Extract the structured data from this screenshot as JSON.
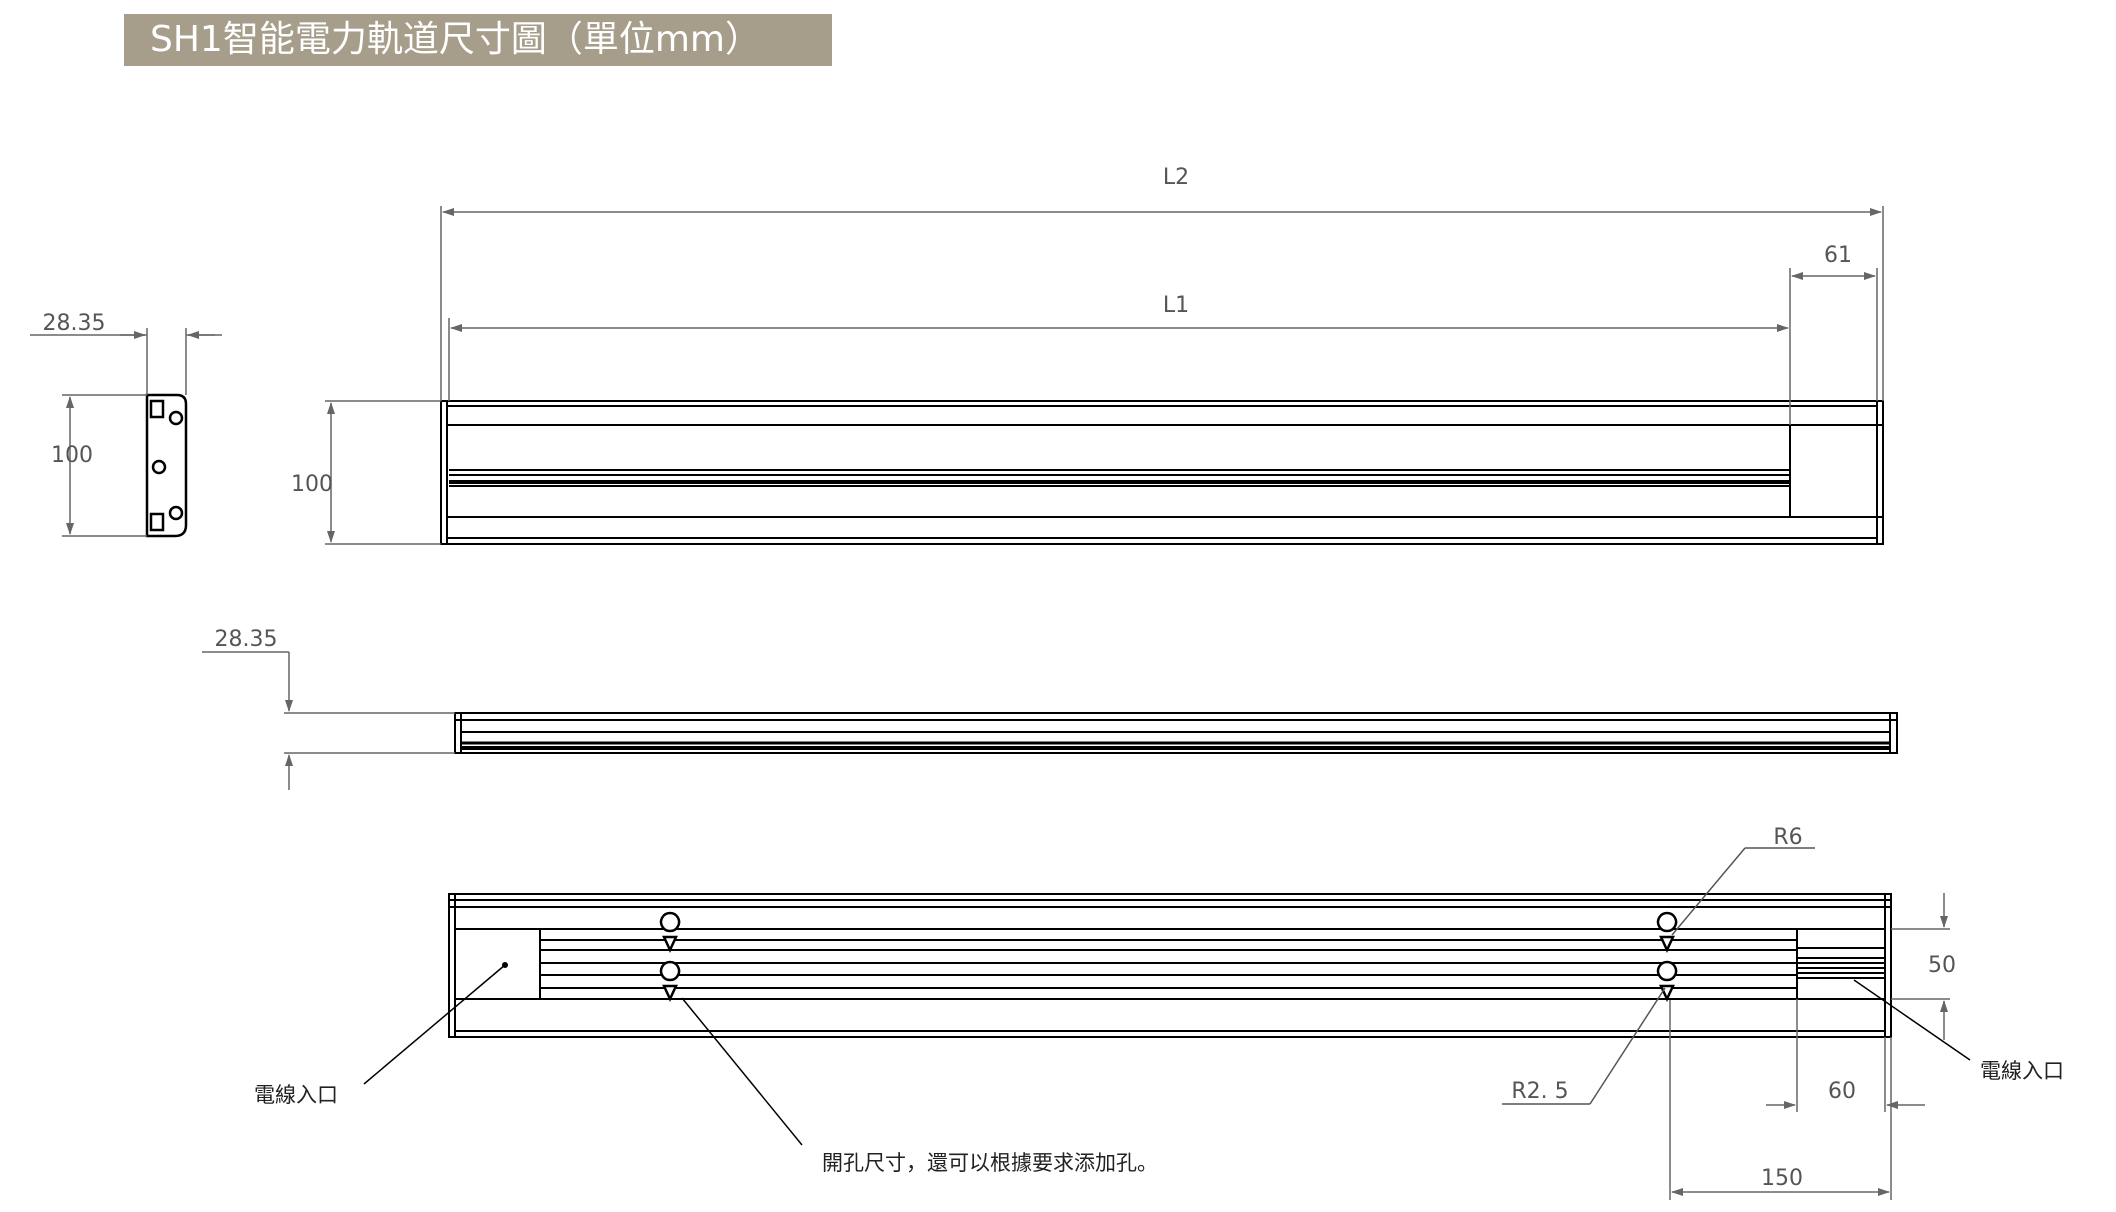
{
  "title": "SH1智能電力軌道尺寸圖（單位mm）",
  "dimensions": {
    "l2": "L2",
    "l1": "L1",
    "d61": "61",
    "side_width": "28.35",
    "side_height": "100",
    "front_height": "100",
    "profile_width": "28.35",
    "r6": "R6",
    "r25": "R2. 5",
    "d50": "50",
    "d60": "60",
    "d150": "150"
  },
  "labels": {
    "wire_entry_left": "電線入口",
    "wire_entry_right": "電線入口",
    "hole_note": "開孔尺寸，還可以根據要求添加孔。"
  },
  "colors": {
    "banner": "#a79d8b",
    "line": "#000000",
    "dim_line": "#666666"
  }
}
